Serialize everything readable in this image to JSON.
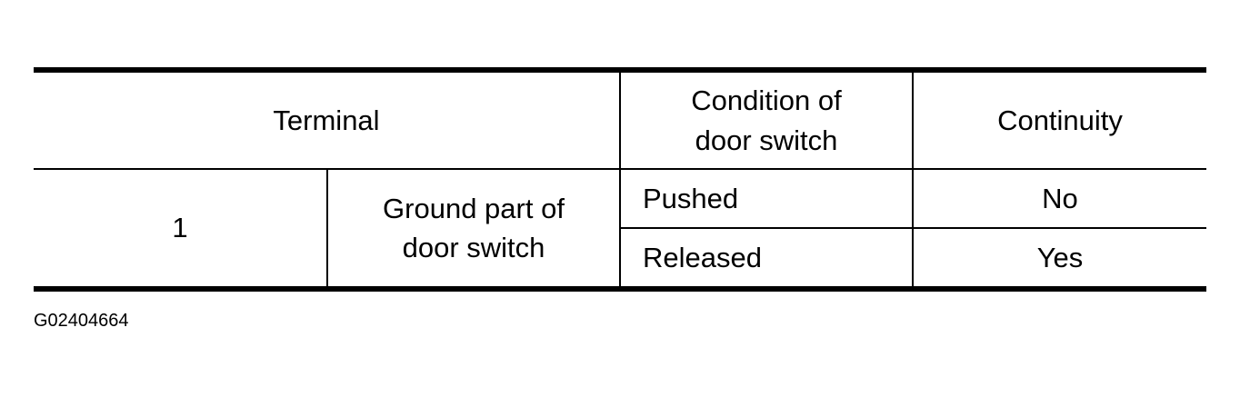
{
  "table": {
    "headers": {
      "terminal": "Terminal",
      "condition_line1": "Condition of",
      "condition_line2": "door switch",
      "continuity": "Continuity"
    },
    "rows": [
      {
        "terminal_number": "1",
        "terminal_desc_line1": "Ground part of",
        "terminal_desc_line2": "door switch",
        "conditions": [
          {
            "condition": "Pushed",
            "continuity": "No"
          },
          {
            "condition": "Released",
            "continuity": "Yes"
          }
        ]
      }
    ]
  },
  "figure_code": "G02404664"
}
